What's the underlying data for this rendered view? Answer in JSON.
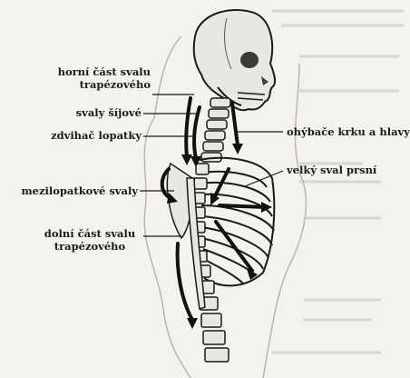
{
  "labels": {
    "trapezius_upper_line1": "horní část svalu",
    "trapezius_upper_line2": "trapézového",
    "neck_muscles": "svaly šíjové",
    "levator_scapulae": "zdvihač lopatky",
    "rhomboids": "mezilopatkové svaly",
    "trapezius_lower_line1": "dolní část svalu",
    "trapezius_lower_line2": "trapézového",
    "neck_flexors": "ohýbače krku a hlavy",
    "pectoralis_major": "velký sval prsní"
  },
  "colors": {
    "ink": "#1a1a1a",
    "paper": "#f3f2ee",
    "bone": "#e9e7e1"
  }
}
